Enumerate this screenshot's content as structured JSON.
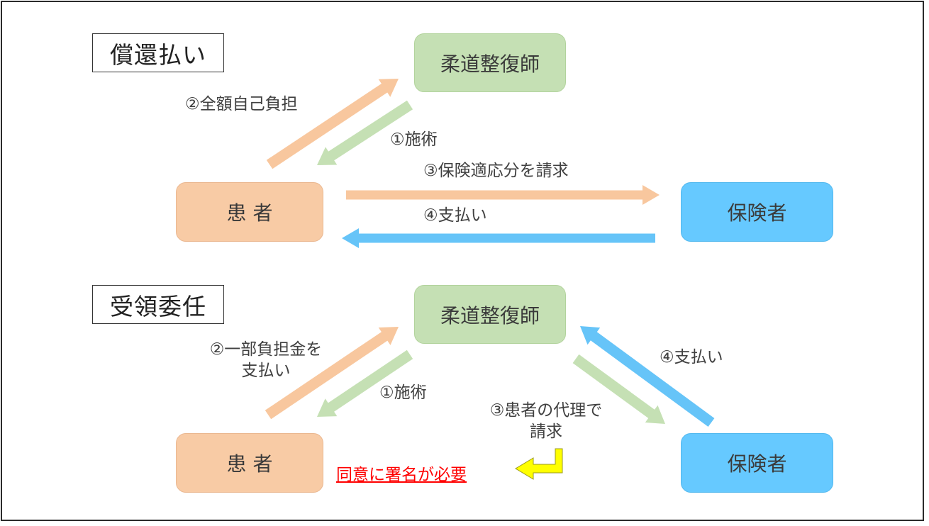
{
  "colors": {
    "practitioner": "#c5e0b4",
    "patient": "#f8cba5",
    "insurer": "#66c9ff",
    "arrow_orange": "#f8c79e",
    "arrow_green": "#c5e0b4",
    "arrow_blue": "#66c4f8",
    "arrow_yellow": "#ffff00",
    "note": "#ff0000"
  },
  "top": {
    "title": "償還払い",
    "practitioner": "柔道整復師",
    "patient": "患 者",
    "insurer": "保険者",
    "step1": "①施術",
    "step2": "②全額自己負担",
    "step3": "③保険適応分を請求",
    "step4": "④支払い"
  },
  "bottom": {
    "title": "受領委任",
    "practitioner": "柔道整復師",
    "patient": "患 者",
    "insurer": "保険者",
    "step1": "①施術",
    "step2_line1": "②一部負担金を",
    "step2_line2": "支払い",
    "step3_line1": "③患者の代理で",
    "step3_line2": "請求",
    "step4": "④支払い",
    "note": "同意に署名が必要"
  }
}
